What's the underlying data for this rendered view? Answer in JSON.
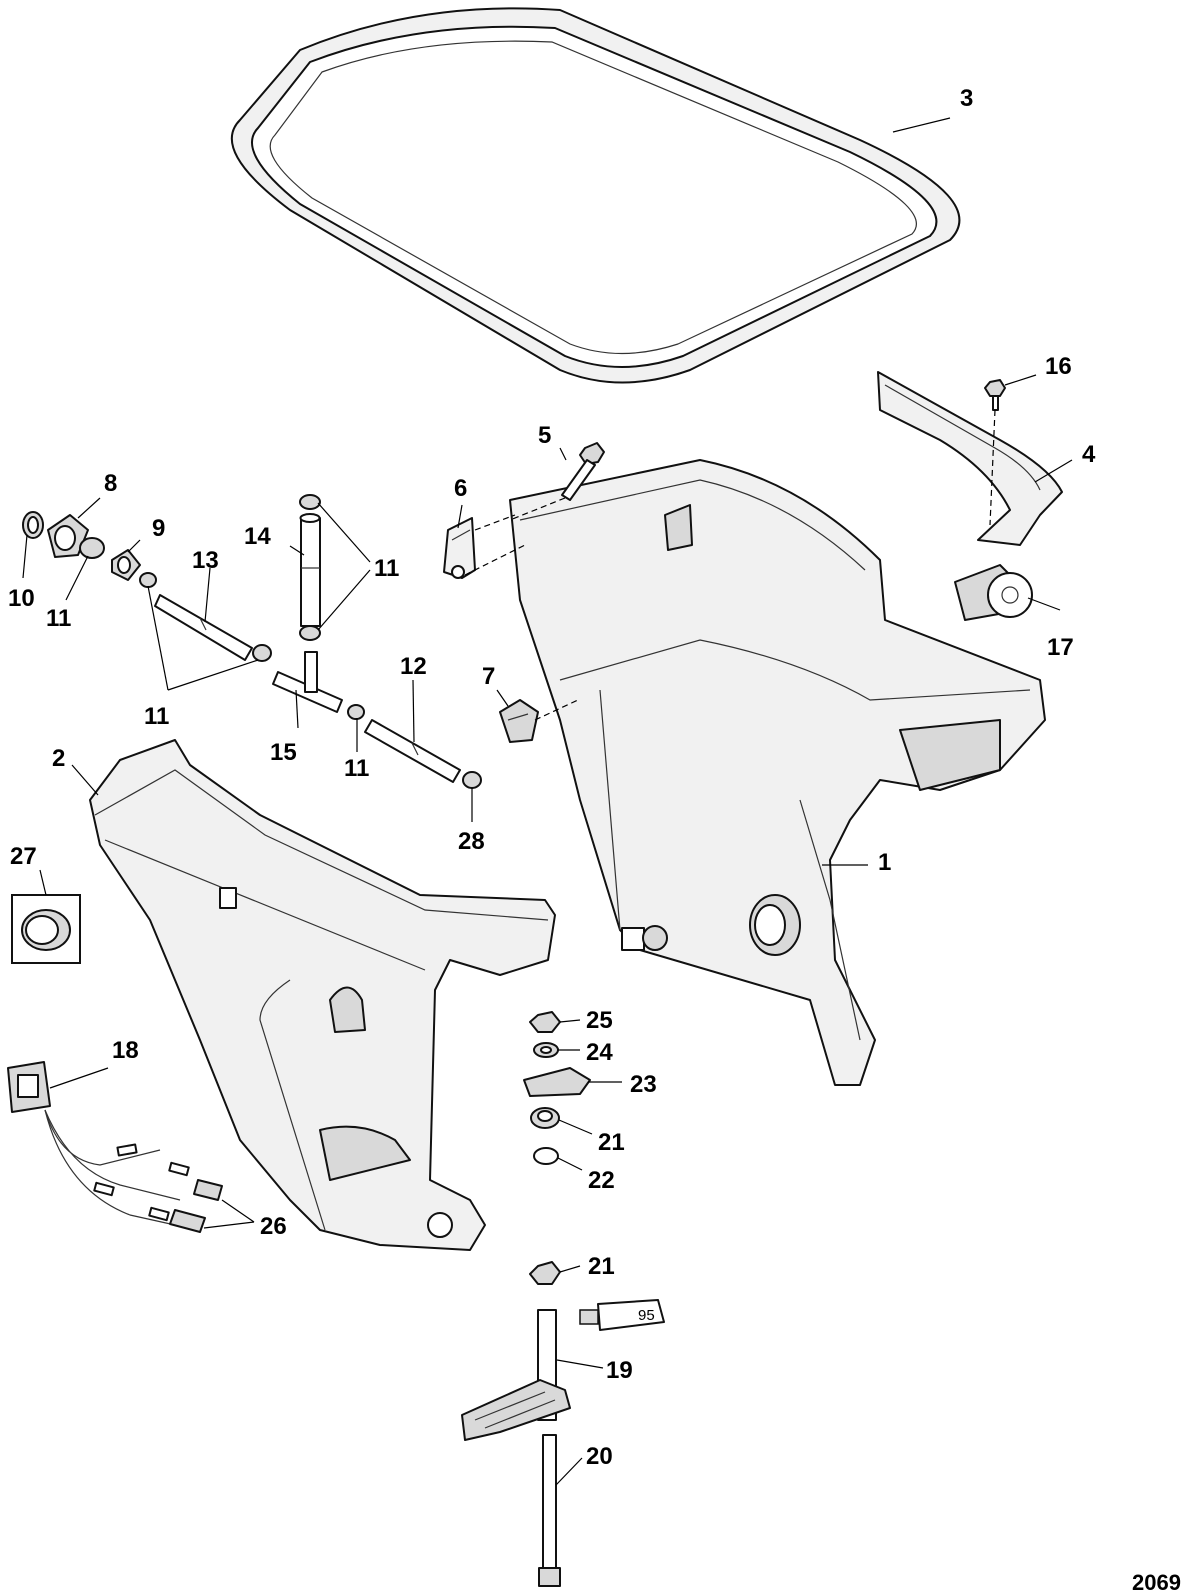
{
  "figure_number": "2069",
  "tube_marking": "95",
  "callouts": [
    {
      "id": "c1",
      "text": "1"
    },
    {
      "id": "c2",
      "text": "2"
    },
    {
      "id": "c3",
      "text": "3"
    },
    {
      "id": "c4",
      "text": "4"
    },
    {
      "id": "c5",
      "text": "5"
    },
    {
      "id": "c6",
      "text": "6"
    },
    {
      "id": "c7",
      "text": "7"
    },
    {
      "id": "c8",
      "text": "8"
    },
    {
      "id": "c9",
      "text": "9"
    },
    {
      "id": "c10",
      "text": "10"
    },
    {
      "id": "c11a",
      "text": "11"
    },
    {
      "id": "c11b",
      "text": "11"
    },
    {
      "id": "c11c",
      "text": "11"
    },
    {
      "id": "c11d",
      "text": "11"
    },
    {
      "id": "c12",
      "text": "12"
    },
    {
      "id": "c13",
      "text": "13"
    },
    {
      "id": "c14",
      "text": "14"
    },
    {
      "id": "c15",
      "text": "15"
    },
    {
      "id": "c16",
      "text": "16"
    },
    {
      "id": "c17",
      "text": "17"
    },
    {
      "id": "c18",
      "text": "18"
    },
    {
      "id": "c19",
      "text": "19"
    },
    {
      "id": "c20",
      "text": "20"
    },
    {
      "id": "c21a",
      "text": "21"
    },
    {
      "id": "c21b",
      "text": "21"
    },
    {
      "id": "c22",
      "text": "22"
    },
    {
      "id": "c23",
      "text": "23"
    },
    {
      "id": "c24",
      "text": "24"
    },
    {
      "id": "c25",
      "text": "25"
    },
    {
      "id": "c26",
      "text": "26"
    },
    {
      "id": "c27",
      "text": "27"
    },
    {
      "id": "c28",
      "text": "28"
    }
  ]
}
